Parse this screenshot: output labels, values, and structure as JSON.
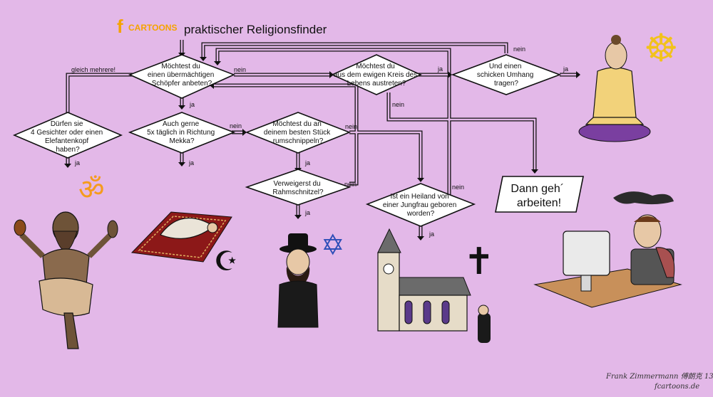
{
  "header": {
    "logo_letter": "f",
    "logo_word": "CARTOONS",
    "title": "praktischer Religionsfinder"
  },
  "nodes": {
    "schoepfer": [
      "Möchtest du",
      "einen übermächtigen",
      "Schöpfer anbeten?"
    ],
    "kreislauf": [
      "Möchtest du",
      "aus dem ewigen Kreis des",
      "Lebens austreten?"
    ],
    "umhang": [
      "Und einen",
      "schicken Umhang",
      "tragen?"
    ],
    "gesichter": [
      "Dürfen sie",
      "4 Gesichter oder einen",
      "Elefantenkopf",
      "haben?"
    ],
    "mekka": [
      "Auch gerne",
      "5x täglich in Richtung",
      "Mekka?"
    ],
    "stueck": [
      "Möchtest du an",
      "deinem besten Stück",
      "rumschnippeln?"
    ],
    "rahm": [
      "Verweigerst du",
      "Rahmschnitzel?"
    ],
    "heiland": [
      "Ist ein Heiland von",
      "einer Jungfrau geboren",
      "worden?"
    ],
    "arbeiten": [
      "Dann geh´",
      "arbeiten!"
    ]
  },
  "labels": {
    "ja": "ja",
    "nein": "nein",
    "mehrere": "gleich mehrere!"
  },
  "symbols": {
    "om": "ॐ",
    "crescent_star": "☪",
    "star_of_david": "✡",
    "cross": "✝",
    "dharma_wheel": "☸"
  },
  "signature": {
    "name": "Frank Zimmermann 傅朗克 13",
    "site": "fcartoons.de"
  },
  "colors": {
    "background": "#e3b8e8",
    "logo": "#f5a300",
    "om": "#f59b1d",
    "david": "#2e4fb8",
    "dharma": "#f2c21b",
    "cushion": "#7a3fa0",
    "rug": "#8c1818"
  }
}
